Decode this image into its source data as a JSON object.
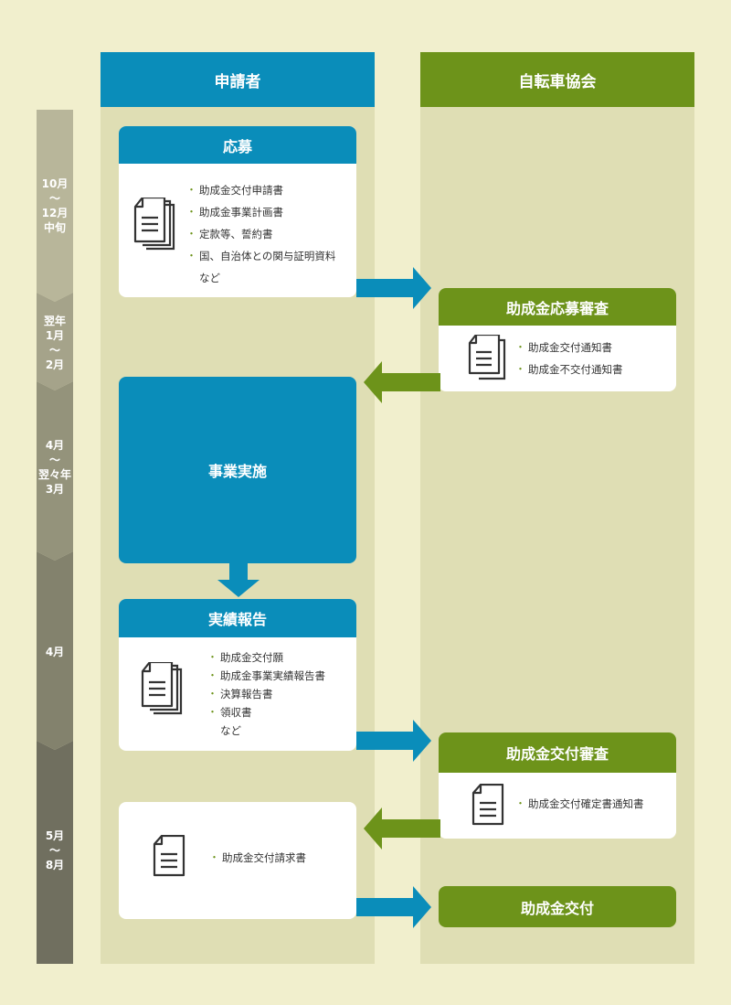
{
  "columns": {
    "applicant": "申請者",
    "association": "自転車協会"
  },
  "timeline": [
    {
      "lines": [
        "10月",
        "〜",
        "12月",
        "中旬"
      ]
    },
    {
      "lines": [
        "翌年",
        "1月",
        "〜",
        "2月"
      ]
    },
    {
      "lines": [
        "4月",
        "〜",
        "翌々年",
        "3月"
      ]
    },
    {
      "lines": [
        "4月"
      ]
    },
    {
      "lines": [
        "5月",
        "〜",
        "8月"
      ]
    }
  ],
  "steps": {
    "apply": {
      "title": "応募",
      "docs": [
        "助成金交付申請書",
        "助成金事業計画書",
        "定款等、誓約書",
        "国、自治体との関与証明資料"
      ],
      "etc": "など"
    },
    "review": {
      "title": "助成金応募審査",
      "docs": [
        "助成金交付通知書",
        "助成金不交付通知書"
      ]
    },
    "implement": {
      "title": "事業実施"
    },
    "report": {
      "title": "実績報告",
      "docs": [
        "助成金交付願",
        "助成金事業実績報告書",
        "決算報告書",
        "領収書"
      ],
      "etc": "など"
    },
    "grant_review": {
      "title": "助成金交付審査",
      "docs": [
        "助成金交付確定書通知書"
      ]
    },
    "request": {
      "docs": [
        "助成金交付請求書"
      ]
    },
    "grant": {
      "title": "助成金交付"
    }
  },
  "colors": {
    "background": "#f1efcd",
    "column_bg": "#dfdeb4",
    "applicant": "#0a8dba",
    "association": "#6d931a",
    "timeline": [
      "#b8b69a",
      "#a5a38a",
      "#94937b",
      "#83826d",
      "#706f5f"
    ]
  },
  "icons": [
    "document-stack-icon",
    "document-icon",
    "arrow-right-icon",
    "arrow-left-icon",
    "arrow-down-icon"
  ]
}
